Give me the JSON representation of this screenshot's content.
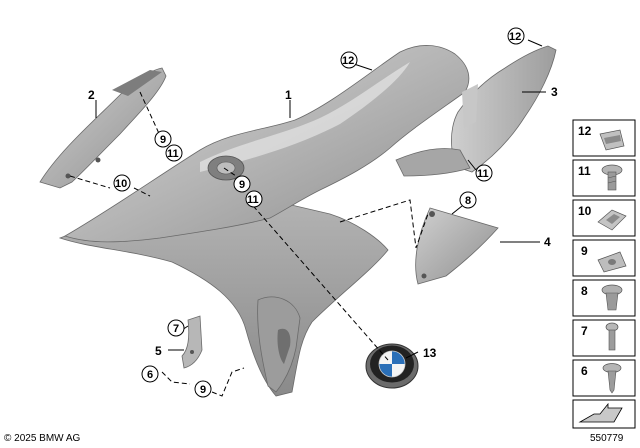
{
  "callouts": {
    "p1": "1",
    "p2": "2",
    "p3": "3",
    "p4": "4",
    "p5": "5",
    "c12a": "12",
    "c12b": "12",
    "c9a": "9",
    "c11a": "11",
    "c9b": "9",
    "c11b": "11",
    "c10": "10",
    "c11c": "11",
    "c8": "8",
    "c7": "7",
    "c6": "6",
    "c9c": "9",
    "p13": "13"
  },
  "legend": {
    "items": [
      {
        "label": "12",
        "icon": "clip-nut-icon"
      },
      {
        "label": "11",
        "icon": "torx-screw-icon"
      },
      {
        "label": "10",
        "icon": "spring-clip-icon"
      },
      {
        "label": "9",
        "icon": "speed-nut-icon"
      },
      {
        "label": "8",
        "icon": "expanding-rivet-icon"
      },
      {
        "label": "7",
        "icon": "screw-icon"
      },
      {
        "label": "6",
        "icon": "tapping-screw-icon"
      }
    ]
  },
  "footer": {
    "copyright": "© 2025 BMW AG",
    "ref_number": "550779"
  },
  "colors": {
    "panel_light": "#c2c2c2",
    "panel_dark": "#8e8e8e",
    "legend_border": "#000000"
  }
}
